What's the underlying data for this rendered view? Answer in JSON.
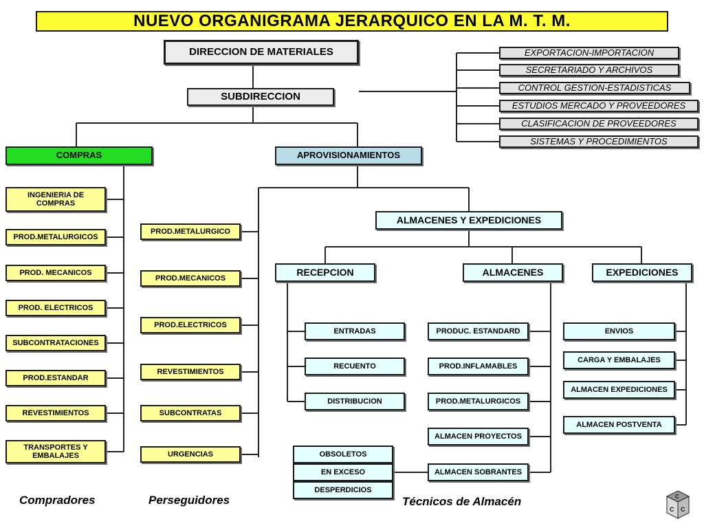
{
  "title": "NUEVO ORGANIGRAMA JERARQUICO EN LA M. T. M.",
  "nodes": {
    "direccion": "DIRECCION DE MATERIALES",
    "subdireccion": "SUBDIRECCION",
    "compras": "COMPRAS",
    "aprovisionamientos": "APROVISIONAMIENTOS",
    "almacenes_expediciones": "ALMACENES Y EXPEDICIONES",
    "recepcion": "RECEPCION",
    "almacenes": "ALMACENES",
    "expediciones": "EXPEDICIONES"
  },
  "staff": [
    "EXPORTACION-IMPORTACION",
    "SECRETARIADO Y ARCHIVOS",
    "CONTROL GESTION-ESTADISTICAS",
    "ESTUDIOS MERCADO Y PROVEEDORES",
    "CLASIFICACION DE PROVEEDORES",
    "SISTEMAS Y PROCEDIMIENTOS"
  ],
  "compras_items": [
    "INGENIERIA DE COMPRAS",
    "PROD.METALURGICOS",
    "PROD. MECANICOS",
    "PROD. ELECTRICOS",
    "SUBCONTRATACIONES",
    "PROD.ESTANDAR",
    "REVESTIMIENTOS",
    "TRANSPORTES Y EMBALAJES"
  ],
  "aprov_items": [
    "PROD.METALURGICO",
    "PROD.MECANICOS",
    "PROD.ELECTRICOS",
    "REVESTIMIENTOS",
    "SUBCONTRATAS",
    "URGENCIAS"
  ],
  "recepcion_items": [
    "ENTRADAS",
    "RECUENTO",
    "DISTRIBUCION"
  ],
  "almacenes_items": [
    "PRODUC. ESTANDARD",
    "PROD.INFLAMABLES",
    "PROD.METALURGICOS",
    "ALMACEN PROYECTOS",
    "ALMACEN SOBRANTES"
  ],
  "sobrantes_items": [
    "OBSOLETOS",
    "EN EXCESO",
    "DESPERDICIOS"
  ],
  "expediciones_items": [
    "ENVIOS",
    "CARGA Y EMBALAJES",
    "ALMACEN EXPEDICIONES",
    "ALMACEN POSTVENTA"
  ],
  "footer": {
    "compradores": "Compradores",
    "perseguidores": "Perseguidores",
    "tecnicos": "Técnicos de Almacén"
  },
  "colors": {
    "title_bg": "#ffff33",
    "compras": "#22dd22",
    "aprovisionamientos": "#b8dde8",
    "yellow_items": "#ffff99",
    "cyan_items": "#e6ffff",
    "gray": "#ececec"
  },
  "logo": {
    "icon": "cube-logo-icon",
    "letters": "CCC"
  }
}
